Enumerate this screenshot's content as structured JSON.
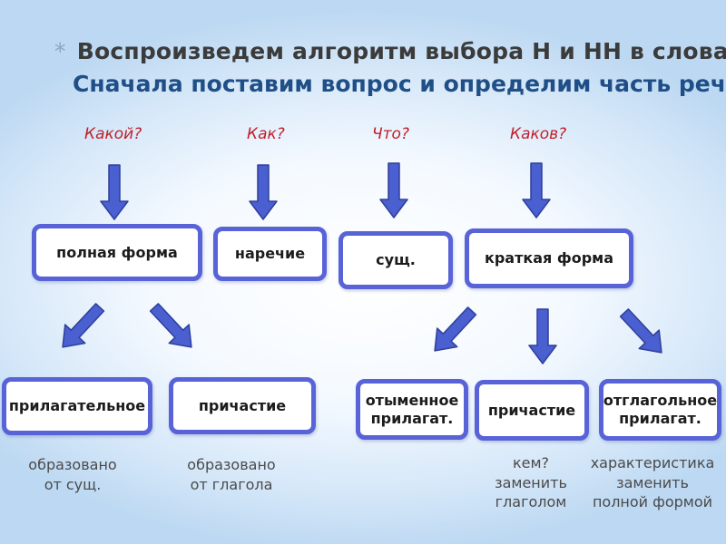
{
  "title": {
    "bullet": "*",
    "line1": "Воспроизведем алгоритм выбора Н и НН в словах",
    "line2": "Сначала поставим вопрос и определим часть речи"
  },
  "questions": [
    "Какой?",
    "Как?",
    "Что?",
    "Каков?"
  ],
  "boxes": {
    "full_form": "полная форма",
    "adverb": "наречие",
    "noun": "сущ.",
    "short_form": "краткая форма",
    "adjective": "прилагательное",
    "participle_left": "причастие",
    "denominal_adj": [
      "отыменное",
      "прилагат."
    ],
    "participle_right": "причастие",
    "deverbal_adj": [
      "отглагольное",
      "прилагат."
    ]
  },
  "notes": {
    "adjective": [
      "образовано",
      "от сущ."
    ],
    "participle_left": [
      "образовано",
      "от глагола"
    ],
    "participle_right": [
      "кем?",
      "заменить",
      "глаголом"
    ],
    "deverbal_adj": [
      "характеристика",
      "заменить",
      "полной формой"
    ]
  },
  "colors": {
    "box_border": "#5863d8",
    "arrow_fill": "#4a5fd0",
    "question": "#c0202a",
    "title_dark": "#3b3b3b",
    "title_blue": "#1f4f86"
  }
}
